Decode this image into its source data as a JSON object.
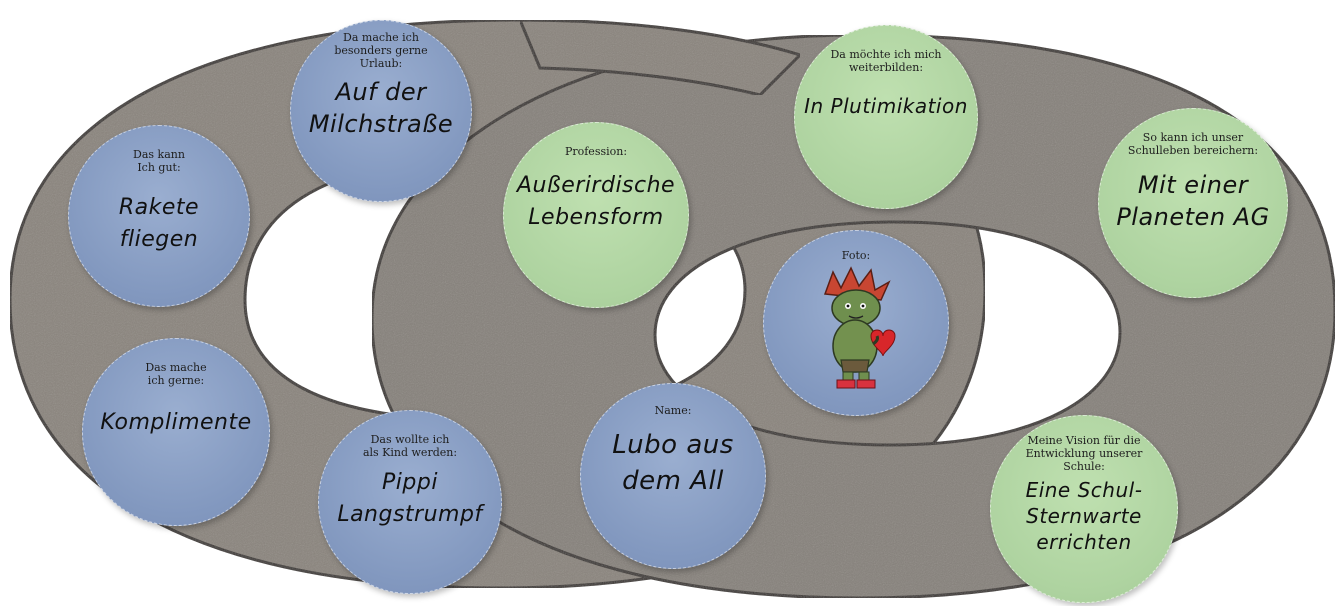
{
  "cards": [
    {
      "id": "urlaub",
      "label": "Da mache ich\nbesonders gerne\nUrlaub:",
      "value": "Auf der\nMilchstraße",
      "color": "blue"
    },
    {
      "id": "kann",
      "label": "Das kann\nIch gut:",
      "value": "Rakete fliegen",
      "color": "blue"
    },
    {
      "id": "gerne",
      "label": "Das mache\nich gerne:",
      "value": "Komplimente",
      "color": "blue"
    },
    {
      "id": "kind",
      "label": "Das wollte ich\nals Kind werden:",
      "value": "Pippi\nLangstrumpf",
      "color": "blue"
    },
    {
      "id": "profession",
      "label": "Profession:",
      "value": "Außerirdische\nLebensform",
      "color": "green"
    },
    {
      "id": "weiterbilden",
      "label": "Da möchte ich mich\nweiterbilden:",
      "value": "In Plutimikation",
      "color": "green"
    },
    {
      "id": "schulleben",
      "label": "So kann ich unser\nSchulleben bereichern:",
      "value": "Mit einer\nPlaneten AG",
      "color": "green"
    },
    {
      "id": "foto",
      "label": "Foto:",
      "value": "",
      "color": "blue"
    },
    {
      "id": "name",
      "label": "Name:",
      "value": "Lubo aus\ndem All",
      "color": "blue"
    },
    {
      "id": "vision",
      "label": "Meine Vision für die\nEntwicklung unserer\nSchule:",
      "value": "Eine Schul-\nSternwarte\nerrichten",
      "color": "green"
    }
  ],
  "colors": {
    "felt": "#8a847d",
    "felt_dark": "#6e6963",
    "outline": "#3a3530",
    "blue": "#8298bf",
    "green": "#aed3a0"
  }
}
